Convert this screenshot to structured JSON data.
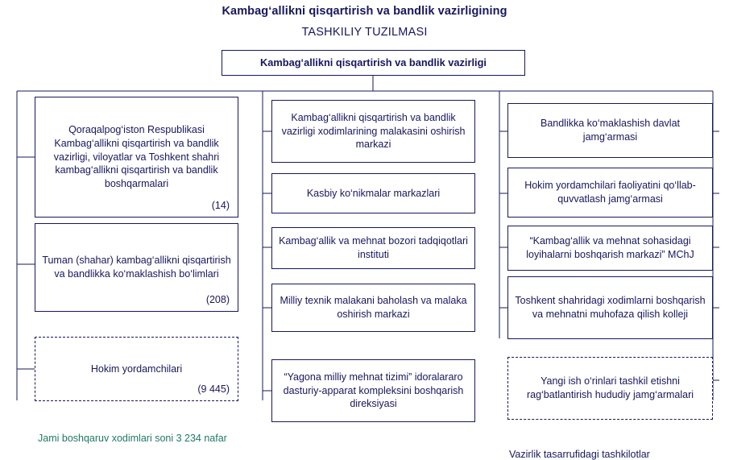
{
  "header": {
    "line1": "Kambag‘allikni qisqartirish va bandlik vazirligining",
    "line2": "TASHKILIY TUZILMASI"
  },
  "root_node": {
    "label": "Kambag‘allikni qisqartirish va bandlik vazirligi"
  },
  "columns": {
    "left": [
      {
        "label": "Qoraqalpog‘iston Respublikasi Kambag‘allikni qisqartirish va bandlik vazirligi, viloyatlar va Toshkent shahri kambag‘allikni qisqartirish va bandlik boshqarmalari",
        "count": "(14)",
        "dashed": false
      },
      {
        "label": "Tuman (shahar) kambag‘allikni qisqartirish va bandlikka ko‘maklashish bo‘limlari",
        "count": "(208)",
        "dashed": false
      },
      {
        "label": "Hokim yordamchilari",
        "count": "(9 445)",
        "dashed": true
      }
    ],
    "middle": [
      {
        "label": "Kambag‘allikni qisqartirish va bandlik vazirligi xodimlarining malakasini oshirish markazi",
        "dashed": false
      },
      {
        "label": "Kasbiy ko‘nikmalar markazlari",
        "dashed": false
      },
      {
        "label": "Kambag‘allik va mehnat bozori tadqiqotlari instituti",
        "dashed": false
      },
      {
        "label": "Milliy texnik malakani baholash va malaka oshirish markazi",
        "dashed": false
      },
      {
        "label": "“Yagona milliy mehnat tizimi” idoralararo dasturiy-apparat kompleksini boshqarish direksiyasi",
        "dashed": false
      }
    ],
    "right": [
      {
        "label": "Bandlikka ko‘maklashish davlat jamg‘armasi",
        "dashed": false
      },
      {
        "label": "Hokim yordamchilari faoliyatini qo‘llab-quvvatlash jamg‘armasi",
        "dashed": false
      },
      {
        "label": "“Kambag‘allik va mehnat sohasidagi loyihalarni boshqarish markazi” MChJ",
        "dashed": false
      },
      {
        "label": "Toshkent shahridagi xodimlarni boshqarish va mehnatni muhofaza qilish kolleji",
        "dashed": false
      },
      {
        "label": "Yangi ish o‘rinlari tashkil etishni rag‘batlantirish hududiy jamg‘armalari",
        "dashed": true
      }
    ]
  },
  "footnotes": {
    "left": "Jami boshqaruv xodimlari soni 3 234 nafar",
    "right": "Vazirlik tasarrufidagi tashkilotlar"
  },
  "colors": {
    "primary": "#17175e",
    "accent_green": "#1f7a63"
  }
}
